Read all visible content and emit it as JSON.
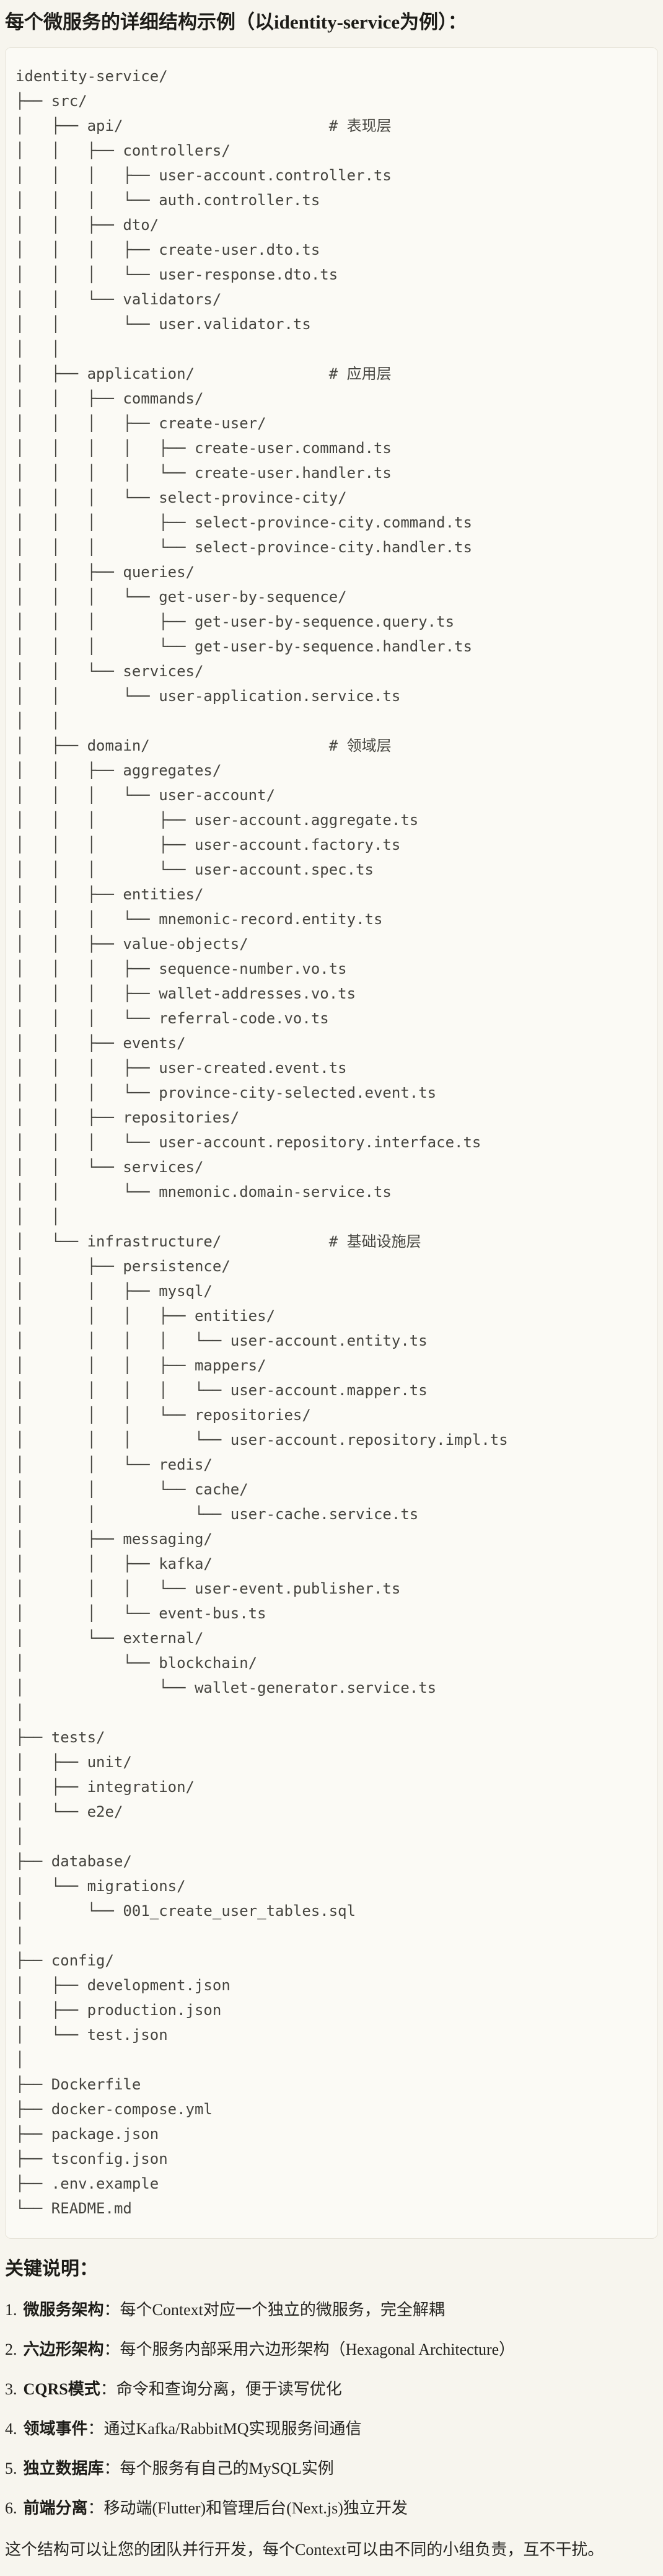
{
  "title": "每个微服务的详细结构示例（以identity-service为例）：",
  "tree_lines": [
    "identity-service/",
    "├── src/",
    "│   ├── api/                       # 表现层",
    "│   │   ├── controllers/",
    "│   │   │   ├── user-account.controller.ts",
    "│   │   │   └── auth.controller.ts",
    "│   │   ├── dto/",
    "│   │   │   ├── create-user.dto.ts",
    "│   │   │   └── user-response.dto.ts",
    "│   │   └── validators/",
    "│   │       └── user.validator.ts",
    "│   │",
    "│   ├── application/               # 应用层",
    "│   │   ├── commands/",
    "│   │   │   ├── create-user/",
    "│   │   │   │   ├── create-user.command.ts",
    "│   │   │   │   └── create-user.handler.ts",
    "│   │   │   └── select-province-city/",
    "│   │   │       ├── select-province-city.command.ts",
    "│   │   │       └── select-province-city.handler.ts",
    "│   │   ├── queries/",
    "│   │   │   └── get-user-by-sequence/",
    "│   │   │       ├── get-user-by-sequence.query.ts",
    "│   │   │       └── get-user-by-sequence.handler.ts",
    "│   │   └── services/",
    "│   │       └── user-application.service.ts",
    "│   │",
    "│   ├── domain/                    # 领域层",
    "│   │   ├── aggregates/",
    "│   │   │   └── user-account/",
    "│   │   │       ├── user-account.aggregate.ts",
    "│   │   │       ├── user-account.factory.ts",
    "│   │   │       └── user-account.spec.ts",
    "│   │   ├── entities/",
    "│   │   │   └── mnemonic-record.entity.ts",
    "│   │   ├── value-objects/",
    "│   │   │   ├── sequence-number.vo.ts",
    "│   │   │   ├── wallet-addresses.vo.ts",
    "│   │   │   └── referral-code.vo.ts",
    "│   │   ├── events/",
    "│   │   │   ├── user-created.event.ts",
    "│   │   │   └── province-city-selected.event.ts",
    "│   │   ├── repositories/",
    "│   │   │   └── user-account.repository.interface.ts",
    "│   │   └── services/",
    "│   │       └── mnemonic.domain-service.ts",
    "│   │",
    "│   └── infrastructure/            # 基础设施层",
    "│       ├── persistence/",
    "│       │   ├── mysql/",
    "│       │   │   ├── entities/",
    "│       │   │   │   └── user-account.entity.ts",
    "│       │   │   ├── mappers/",
    "│       │   │   │   └── user-account.mapper.ts",
    "│       │   │   └── repositories/",
    "│       │   │       └── user-account.repository.impl.ts",
    "│       │   └── redis/",
    "│       │       └── cache/",
    "│       │           └── user-cache.service.ts",
    "│       ├── messaging/",
    "│       │   ├── kafka/",
    "│       │   │   └── user-event.publisher.ts",
    "│       │   └── event-bus.ts",
    "│       └── external/",
    "│           └── blockchain/",
    "│               └── wallet-generator.service.ts",
    "│",
    "├── tests/",
    "│   ├── unit/",
    "│   ├── integration/",
    "│   └── e2e/",
    "│",
    "├── database/",
    "│   └── migrations/",
    "│       └── 001_create_user_tables.sql",
    "│",
    "├── config/",
    "│   ├── development.json",
    "│   ├── production.json",
    "│   └── test.json",
    "│",
    "├── Dockerfile",
    "├── docker-compose.yml",
    "├── package.json",
    "├── tsconfig.json",
    "├── .env.example",
    "└── README.md"
  ],
  "notes_heading": "关键说明：",
  "notes": [
    {
      "num": "1.",
      "label": "微服务架构",
      "sep": "：",
      "text": "每个Context对应一个独立的微服务，完全解耦"
    },
    {
      "num": "2.",
      "label": "六边形架构",
      "sep": "：",
      "text": "每个服务内部采用六边形架构（Hexagonal Architecture）"
    },
    {
      "num": "3.",
      "label": "CQRS模式",
      "sep": "：",
      "text": "命令和查询分离，便于读写优化"
    },
    {
      "num": "4.",
      "label": "领域事件",
      "sep": "：",
      "text": "通过Kafka/RabbitMQ实现服务间通信"
    },
    {
      "num": "5.",
      "label": "独立数据库",
      "sep": "：",
      "text": "每个服务有自己的MySQL实例"
    },
    {
      "num": "6.",
      "label": "前端分离",
      "sep": "：",
      "text": "移动端(Flutter)和管理后台(Next.js)独立开发"
    }
  ],
  "closing": "这个结构可以让您的团队并行开发，每个Context可以由不同的小组负责，互不干扰。",
  "colors": {
    "page_bg": "#f7f5ee",
    "block_bg": "#fbfaf5",
    "block_border": "#e7e4d9",
    "heading": "#1d1c18",
    "text": "#262521",
    "tree_text": "#45443f"
  }
}
